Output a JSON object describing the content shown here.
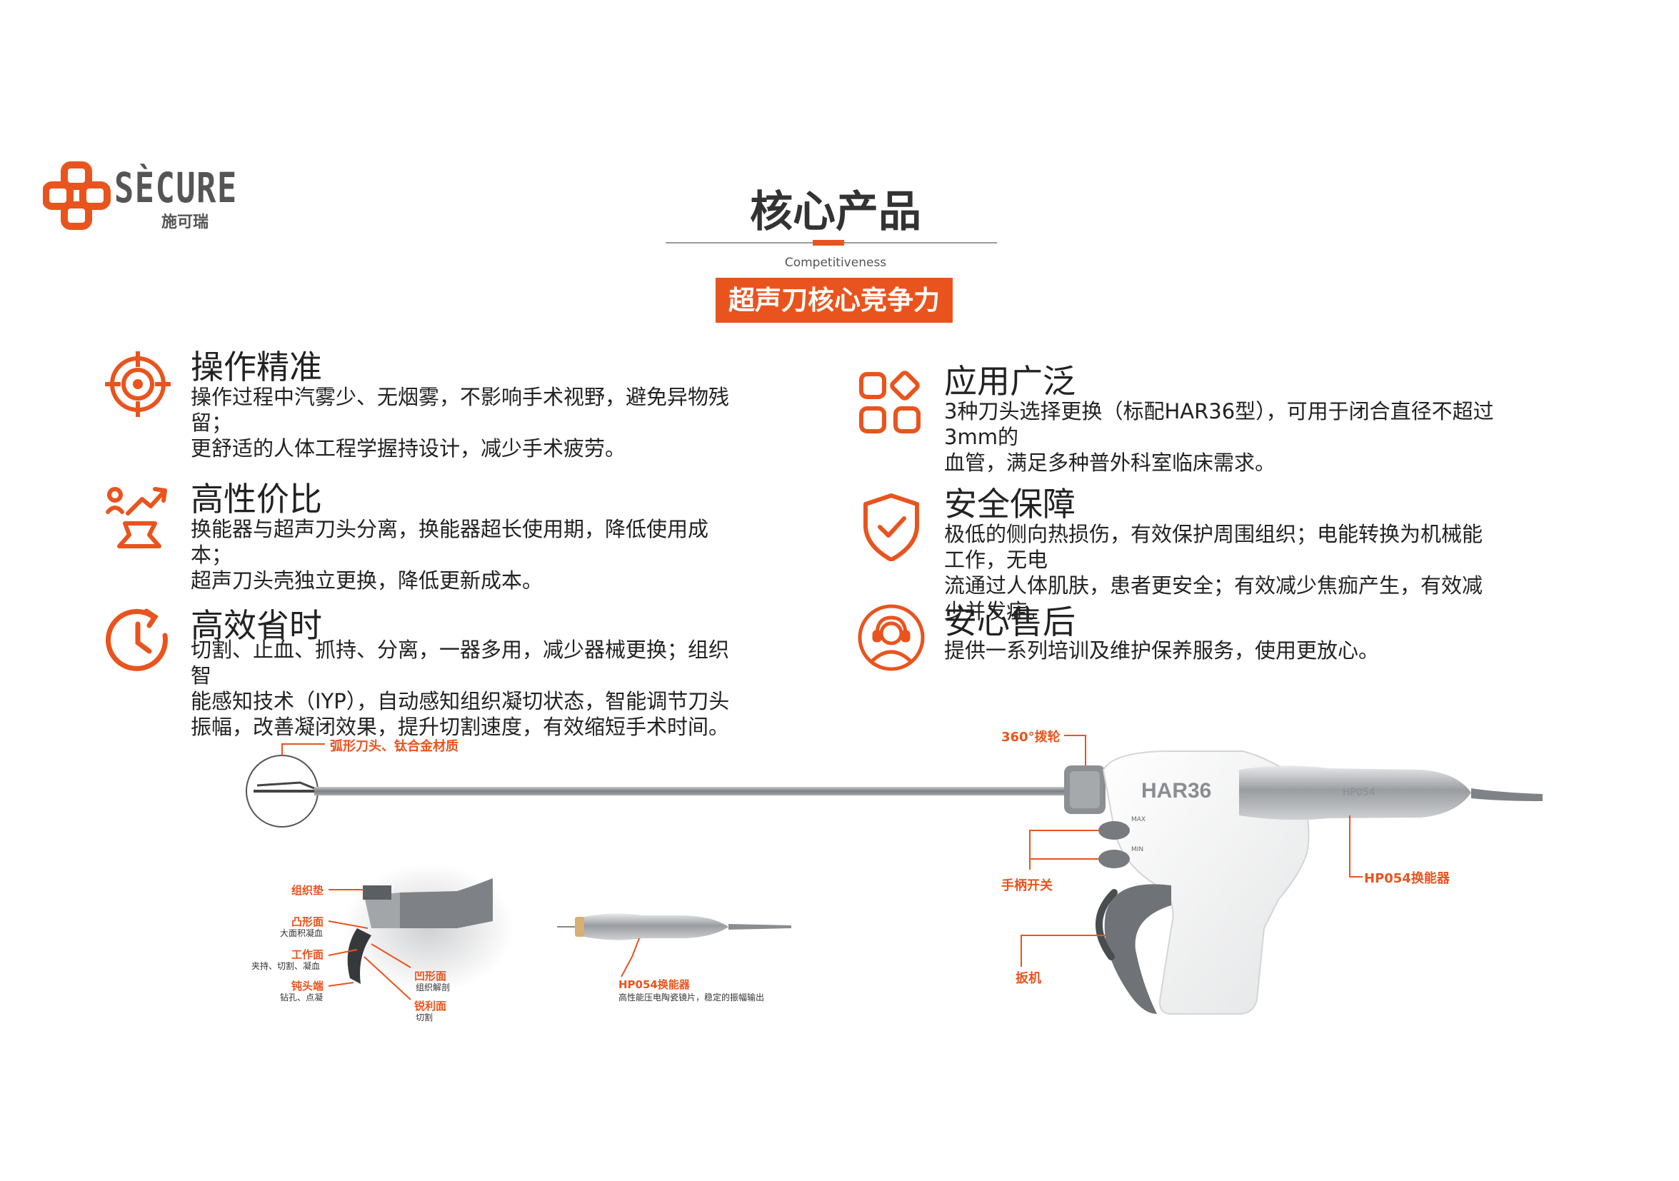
{
  "brand": {
    "wordmark": "SÈCURE",
    "subname": "施可瑞",
    "colors": {
      "accent": "#e9541e",
      "gray": "#555555"
    }
  },
  "header": {
    "title": "核心产品",
    "subtitle": "Competitiveness",
    "banner": "超声刀核心竞争力"
  },
  "features": [
    {
      "icon": "target-icon",
      "title": "操作精准",
      "desc": "操作过程中汽雾少、无烟雾，不影响手术视野，避免异物残留；\n更舒适的人体工程学握持设计，减少手术疲劳。"
    },
    {
      "icon": "apps-grid-icon",
      "title": "应用广泛",
      "desc": "3种刀头选择更换（标配HAR36型），可用于闭合直径不超过3mm的\n血管，满足多种普外科室临床需求。"
    },
    {
      "icon": "growth-chart-icon",
      "title": "高性价比",
      "desc": "换能器与超声刀头分离，换能器超长使用期，降低使用成本；\n超声刀头壳独立更换，降低更新成本。"
    },
    {
      "icon": "shield-check-icon",
      "title": "安全保障",
      "desc": "极低的侧向热损伤，有效保护周围组织；电能转换为机械能工作，无电\n流通过人体肌肤，患者更安全；有效减少焦痂产生，有效减少并发症。"
    },
    {
      "icon": "clock-icon",
      "title": "高效省时",
      "desc": "切割、止血、抓持、分离，一器多用，减少器械更换；组织智\n能感知技术（IYP），自动感知组织凝切状态，智能调节刀头\n振幅，改善凝闭效果，提升切割速度，有效缩短手术时间。"
    },
    {
      "icon": "headset-support-icon",
      "title": "安心售后",
      "desc": "提供一系列培训及维护保养服务，使用更放心。"
    }
  ],
  "product": {
    "model_label": "HAR36",
    "handpiece_label": "HP054",
    "labels": {
      "blade": "弧形刀头、钛合金材质",
      "rotation": "360°拨轮",
      "switch": "手柄开关",
      "trigger": "扳机",
      "transducer": "HP054换能器",
      "max_button": "MAX",
      "min_button": "MIN"
    },
    "jaw_labels": {
      "pad": "组织垫",
      "convex": "凸形面",
      "convex_sub": "大面积凝血",
      "work": "工作面",
      "work_sub": "夹持、切割、凝血",
      "tip": "钝头端",
      "tip_sub": "钻孔、点凝",
      "concave": "凹形面",
      "concave_sub": "组织解剖",
      "cutting": "锐利面",
      "cutting_sub": "切割"
    },
    "transducer_detail": {
      "title": "HP054换能器",
      "desc": "高性能压电陶瓷镜片，稳定的振幅输出"
    }
  }
}
